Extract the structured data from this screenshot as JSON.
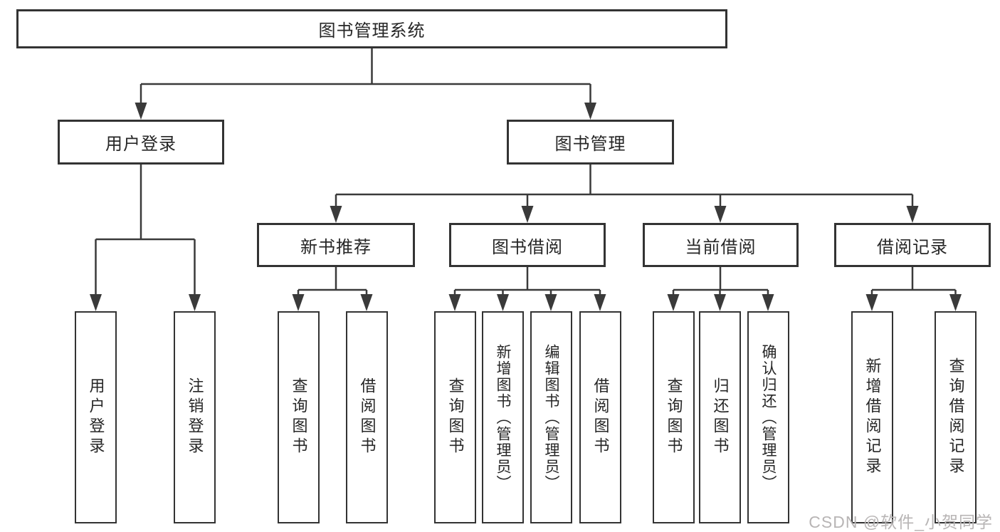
{
  "nodes": {
    "root": {
      "label": "图书管理系统"
    },
    "level2": [
      {
        "label": "用户登录"
      },
      {
        "label": "图书管理"
      }
    ],
    "level3": [
      {
        "label": "新书推荐"
      },
      {
        "label": "图书借阅"
      },
      {
        "label": "当前借阅"
      },
      {
        "label": "借阅记录"
      }
    ],
    "leaves": [
      {
        "label": "用户登录"
      },
      {
        "label": "注销登录"
      },
      {
        "label": "查询图书"
      },
      {
        "label": "借阅图书"
      },
      {
        "label": "查询图书"
      },
      {
        "label": "新增图书（管理员）"
      },
      {
        "label": "编辑图书（管理员）"
      },
      {
        "label": "借阅图书"
      },
      {
        "label": "查询图书"
      },
      {
        "label": "归还图书"
      },
      {
        "label": "确认归还（管理员）"
      },
      {
        "label": "新增借阅记录"
      },
      {
        "label": "查询借阅记录"
      }
    ]
  },
  "colors": {
    "line": "#3a3a3a",
    "box_border": "#333333",
    "text": "#262626",
    "background": "#ffffff",
    "watermark": "#b8b5b5"
  },
  "watermark": {
    "text": "CSDN @软件_小贺同学"
  }
}
